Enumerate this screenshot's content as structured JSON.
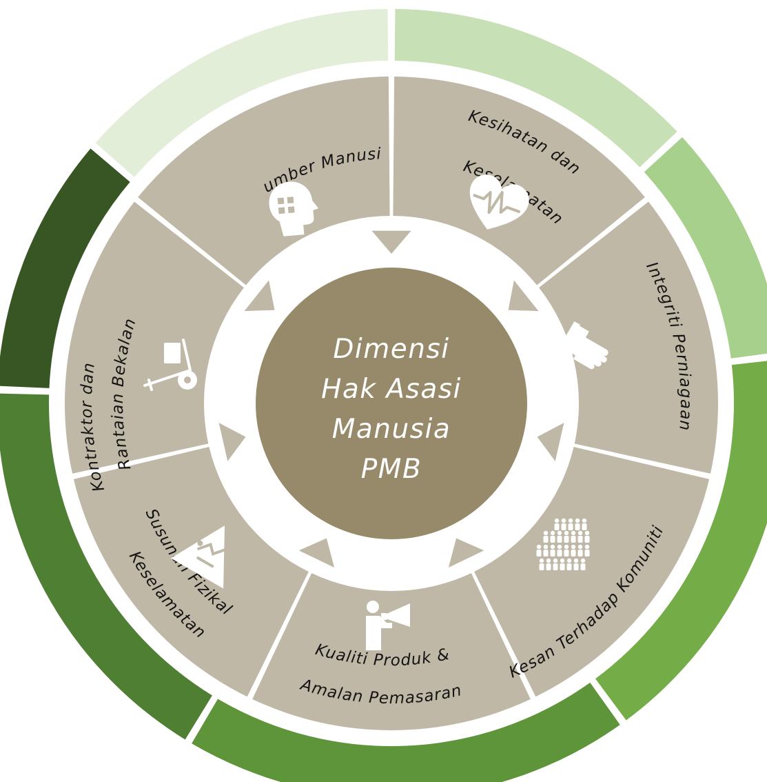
{
  "center": {
    "lines": [
      "Dimensi",
      "Hak Asasi",
      "Manusia",
      "PMB"
    ],
    "color": "#968a6a"
  },
  "colors": {
    "segment": "#c0b8a6",
    "arrow": "#c0b8a6",
    "outer_ring": [
      "#e3eed8",
      "#c8e0b5",
      "#a8d08d",
      "#74ad48",
      "#5f953a",
      "#4f7f32",
      "#375623"
    ]
  },
  "segments": [
    {
      "id": "sumber-manusia",
      "lines": [
        "Sumber Manusia"
      ],
      "icon": "head-puzzle-icon"
    },
    {
      "id": "kesihatan-keselamatan",
      "lines": [
        "Kesihatan dan",
        "Keselamatan"
      ],
      "icon": "heart-pulse-icon"
    },
    {
      "id": "integriti-perniagaan",
      "lines": [
        "Integriti Perniagaan"
      ],
      "icon": "handshake-icon"
    },
    {
      "id": "kesan-komuniti",
      "lines": [
        "Kesan Terhadap Komuniti"
      ],
      "icon": "crowd-icon"
    },
    {
      "id": "kualiti-produk",
      "lines": [
        "Kualiti Produk &",
        "Amalan Pemasaran"
      ],
      "icon": "megaphone-person-icon"
    },
    {
      "id": "susunan-fizikal",
      "lines": [
        "Susunan Fizikal",
        "Keselamatan"
      ],
      "icon": "warning-sign-icon"
    },
    {
      "id": "kontraktor-rantaian",
      "lines": [
        "Kontraktor dan",
        "Rantaian Bekalan"
      ],
      "icon": "hand-truck-icon"
    }
  ]
}
